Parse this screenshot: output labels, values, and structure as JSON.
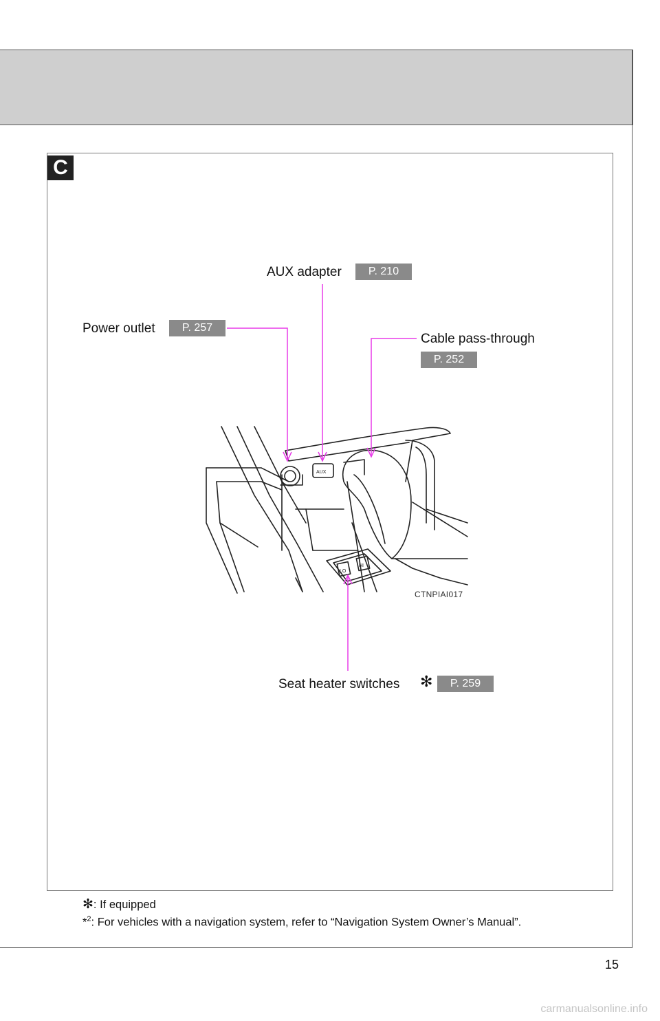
{
  "section": {
    "tab_letter": "C"
  },
  "callouts": {
    "aux_adapter": {
      "label": "AUX adapter",
      "page_ref": "P. 210"
    },
    "power_outlet": {
      "label": "Power outlet",
      "page_ref": "P. 257"
    },
    "cable_pass_through": {
      "label": "Cable pass-through",
      "page_ref": "P. 252"
    },
    "seat_heater": {
      "label": "Seat heater switches",
      "page_ref": "P. 259"
    }
  },
  "illustration": {
    "code": "CTNPIAI017",
    "aux_text": "AUX",
    "lo_text": "LO",
    "hi_text": "HI"
  },
  "footnotes": {
    "star_text": ": If equipped",
    "note2_mark": "*",
    "note2_sup": "2",
    "note2_text": ": For vehicles with a navigation system, refer to “Navigation System Owner’s Manual”."
  },
  "page": {
    "number": "15"
  },
  "watermark": "carmanualsonline.info",
  "colors": {
    "leader_line": "#e83ce8",
    "ref_box": "#8a8a8a",
    "header_band": "#cfcfcf"
  }
}
